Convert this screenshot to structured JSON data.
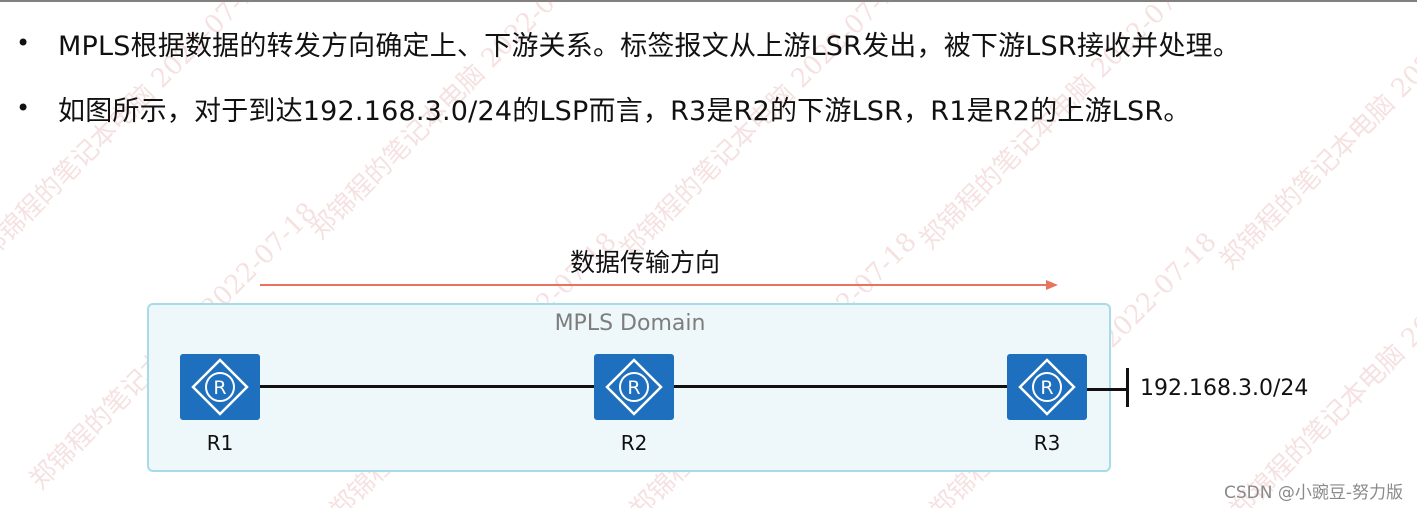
{
  "bullets": [
    "MPLS根据数据的转发方向确定上、下游关系。标签报文从上游LSR发出，被下游LSR接收并处理。",
    "如图所示，对于到达192.168.3.0/24的LSP而言，R3是R2的下游LSR，R1是R2的上游LSR。"
  ],
  "bullet_symbol": "•",
  "diagram": {
    "flow_title": "数据传输方向",
    "domain_label": "MPLS Domain",
    "routers": [
      {
        "name": "R1",
        "glyph": "R"
      },
      {
        "name": "R2",
        "glyph": "R"
      },
      {
        "name": "R3",
        "glyph": "R"
      }
    ],
    "destination_prefix": "192.168.3.0/24",
    "colors": {
      "router_fill": "#1f6fbf",
      "arrow": "#e8735f",
      "domain_border": "#a8dbe8",
      "domain_fill": "#eef8fb"
    }
  },
  "watermark": {
    "name": "郑锦程的笔记本电脑",
    "date": "2022-07-18"
  },
  "credit": "CSDN @小豌豆-努力版"
}
